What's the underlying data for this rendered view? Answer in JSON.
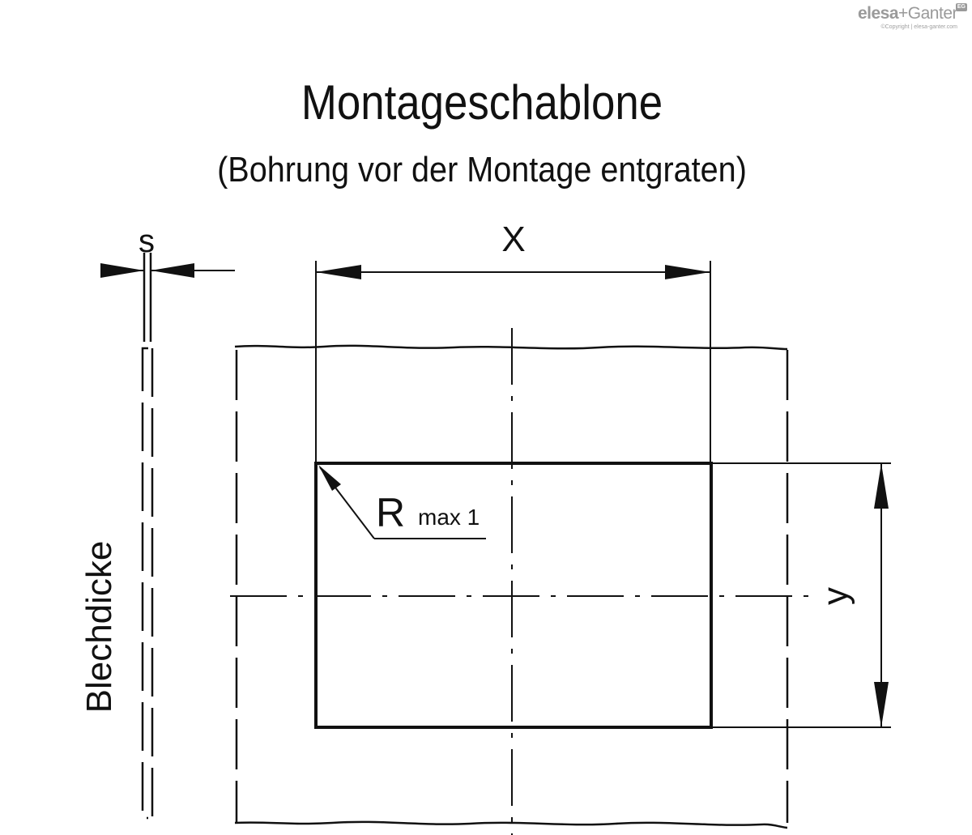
{
  "logo": {
    "brand_a": "elesa",
    "brand_b": "+Ganter",
    "badge": "EG",
    "copyright": "©Copyright | elesa-ganter.com"
  },
  "header": {
    "title": "Montageschablone",
    "subtitle": "(Bohrung vor der Montage entgraten)"
  },
  "drawing": {
    "label_s": "s",
    "label_x": "X",
    "label_y": "y",
    "label_r": "R",
    "label_r_sub": "max 1",
    "label_blechdicke": "Blechdicke"
  },
  "colors": {
    "line": "#111111",
    "logo": "#9a9a9a"
  }
}
